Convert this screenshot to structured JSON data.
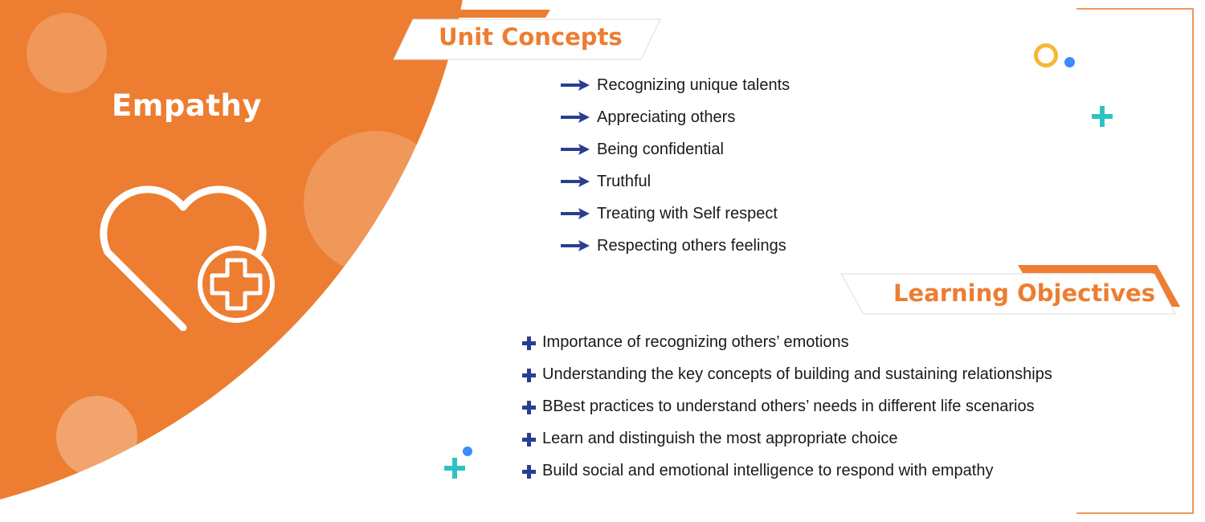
{
  "colors": {
    "orange": "#ed7d31",
    "navy": "#2b3d8f",
    "teal": "#2fc2c2",
    "yellow": "#f7b733",
    "blue_dot": "#3d8bfd"
  },
  "left_panel": {
    "title": "Empathy",
    "icon": "heart-with-plus-icon"
  },
  "unit_concepts": {
    "heading": "Unit Concepts",
    "bullet_icon": "arrow-right-icon",
    "items": [
      "Recognizing unique talents",
      "Appreciating others",
      "Being confidential",
      "Truthful",
      "Treating with Self respect",
      "Respecting others feelings"
    ]
  },
  "learning_objectives": {
    "heading": "Learning Objectives",
    "bullet_icon": "plus-icon",
    "items": [
      "Importance of recognizing others’ emotions",
      "Understanding the key concepts of building and sustaining relationships",
      "BBest practices to understand others’ needs in different life scenarios",
      "Learn and distinguish the most appropriate choice",
      "Build social and emotional intelligence to respond with empathy"
    ]
  }
}
